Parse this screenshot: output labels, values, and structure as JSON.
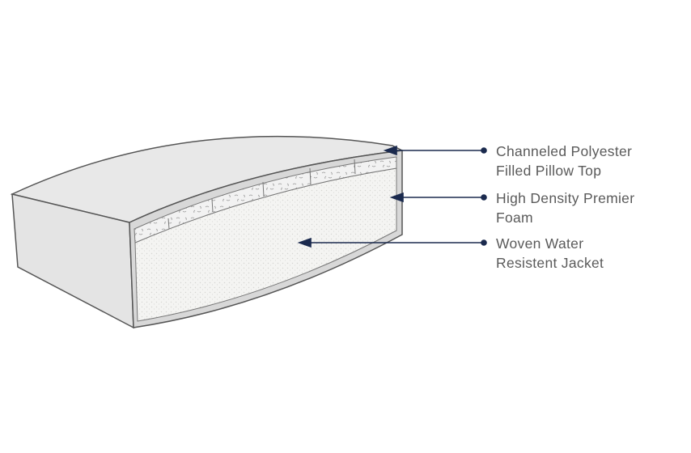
{
  "callouts": [
    {
      "line1": "Channeled Polyester",
      "line2": "Filled Pillow Top"
    },
    {
      "line1": "High Density Premier",
      "line2": "Foam"
    },
    {
      "line1": "Woven Water",
      "line2": "Resistent Jacket"
    }
  ],
  "colors": {
    "leader": "#1b2a4e",
    "outline": "#555555",
    "fabric": "#e6e6e6",
    "foam": "#f4f4f2",
    "text": "#5a5a5a"
  }
}
